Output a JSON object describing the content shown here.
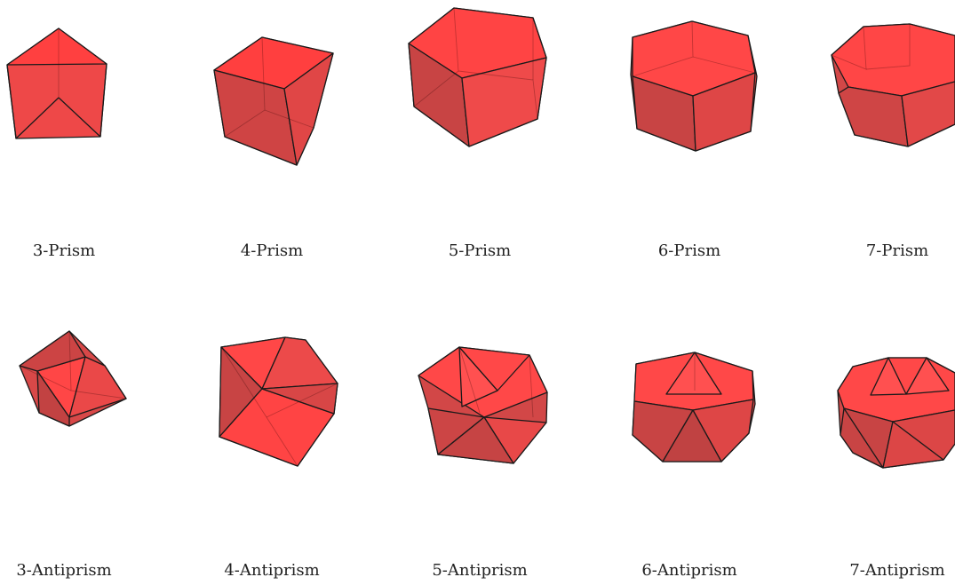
{
  "colors": {
    "face_light": "#ff3b3b",
    "face_mid": "#e84444",
    "face_dark": "#c94646",
    "edge": "#1a1a1a"
  },
  "rows": [
    {
      "name": "prisms",
      "items": [
        {
          "label": "3-Prism",
          "sides": 3
        },
        {
          "label": "4-Prism",
          "sides": 4
        },
        {
          "label": "5-Prism",
          "sides": 5
        },
        {
          "label": "6-Prism",
          "sides": 6
        },
        {
          "label": "7-Prism",
          "sides": 7
        }
      ]
    },
    {
      "name": "antiprisms",
      "items": [
        {
          "label": "3-Antiprism",
          "sides": 3
        },
        {
          "label": "4-Antiprism",
          "sides": 4
        },
        {
          "label": "5-Antiprism",
          "sides": 5
        },
        {
          "label": "6-Antiprism",
          "sides": 6
        },
        {
          "label": "7-Antiprism",
          "sides": 7
        }
      ]
    }
  ]
}
